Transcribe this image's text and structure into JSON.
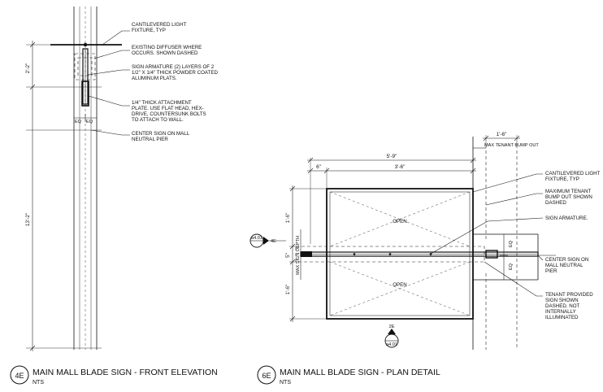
{
  "front": {
    "dims": {
      "upper": "2'-2\"",
      "lower": "13'-2\"",
      "eq_left": "EQ",
      "eq_right": "EQ"
    },
    "notes": [
      [
        "CANTILEVERED LIGHT",
        "FIXTURE, TYP"
      ],
      [
        "EXISTING DIFFUSER WHERE",
        "OCCURS. SHOWN DASHED"
      ],
      [
        "SIGN ARMATURE (2) LAYERS OF 2",
        "1/2\" X 1/4\" THICK POWDER COATED",
        "ALUMINUM PLATS."
      ],
      [
        "1/4\" THICK ATTACHMENT",
        "PLATE. USE FLAT HEAD, HEX-",
        "DRIVE, COUNTERSUNK BOLTS",
        "TO ATTACH TO WALL."
      ],
      [
        "CENTER SIGN ON MALL",
        "NEUTRAL PIER"
      ]
    ],
    "title": {
      "tag": "4E",
      "name": "MAIN MALL BLADE SIGN - FRONT ELEVATION",
      "scale": "NTS"
    }
  },
  "plan": {
    "dims": {
      "bump": "1'-6\"",
      "overall": "5'-9\"",
      "left": "6\"",
      "middle": "3'-6\"",
      "top_side": "1'-6\"",
      "center": "5\"",
      "bottom_side": "1'-6\"",
      "max_depth": "MAX SIGN DEPTH",
      "eq_top": "EQ",
      "eq_bottom": "EQ"
    },
    "bump_label": "MAX TENANT BUMP OUT",
    "open_top": "OPEN",
    "open_bottom": "OPEN",
    "section_left": {
      "number": "4E",
      "sheet": "a4.01"
    },
    "section_bottom": {
      "number": "2E",
      "sheet": "a4.01"
    },
    "notes": [
      [
        "CANTILEVERED LIGHT",
        "FIXTURE, TYP"
      ],
      [
        "MAXIMUM TENANT",
        "BUMP OUT SHOWN",
        "DASHED"
      ],
      [
        "SIGN ARMATURE."
      ],
      [
        "CENTER SIGN ON",
        "MALL NEUTRAL",
        "PIER"
      ],
      [
        "TENANT PROVIDED",
        "SIGN SHOWN",
        "DASHED. NOT",
        "INTERNALLY",
        "ILLUMINATED"
      ]
    ],
    "title": {
      "tag": "6E",
      "name": "MAIN MALL BLADE SIGN - PLAN DETAIL",
      "scale": "NTS"
    }
  }
}
